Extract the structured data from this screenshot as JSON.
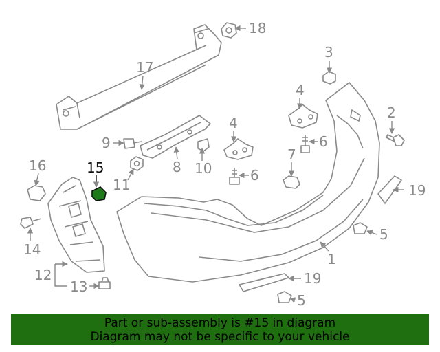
{
  "diagram": {
    "highlight_color": "#1f7a1a",
    "highlighted_part": "15",
    "labels": {
      "p1": "1",
      "p2": "2",
      "p3": "3",
      "p4a": "4",
      "p4b": "4",
      "p5a": "5",
      "p5b": "5",
      "p6a": "6",
      "p6b": "6",
      "p7": "7",
      "p8": "8",
      "p9": "9",
      "p10": "10",
      "p11": "11",
      "p12": "12",
      "p13": "13",
      "p14": "14",
      "p15": "15",
      "p16": "16",
      "p17": "17",
      "p18": "18",
      "p19a": "19",
      "p19b": "19"
    }
  },
  "footer": {
    "line1": "Part or sub-assembly is #15 in diagram",
    "line2": "Diagram may not be specific to your vehicle",
    "background": "#1f6f10"
  }
}
